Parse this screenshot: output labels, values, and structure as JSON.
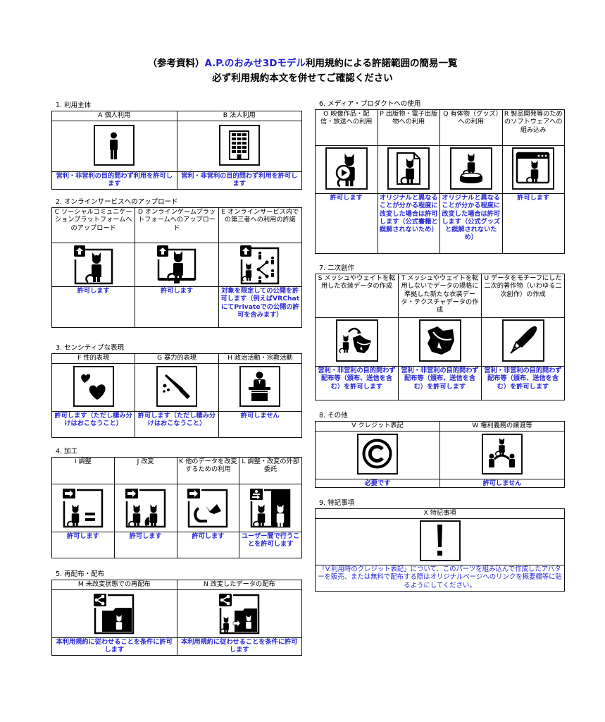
{
  "header": {
    "line1_prefix": "（参考資料）",
    "line1_brand": "A.P.のおみせ3Dモデル",
    "line1_suffix": "利用規約による許諾範囲の簡易一覧",
    "line2": "必ず利用規約本文を併せてご確認ください",
    "brand_color": "#2323d8"
  },
  "sections": {
    "s1": {
      "title": "1. 利用主体",
      "items": [
        {
          "id": "A",
          "label": "A 個人利用",
          "icon": "person-icon",
          "text": "営利・非営利の目的問わず利用を許可します"
        },
        {
          "id": "B",
          "label": "B 法人利用",
          "icon": "building-icon",
          "text": "営利・非営利の目的問わず利用を許可します"
        }
      ]
    },
    "s2": {
      "title": "2. オンラインサービスへのアップロード",
      "items": [
        {
          "id": "C",
          "label": "C ソーシャルコミュニケーションプラットフォームへのアップロード",
          "icon": "upload-avatar-icon",
          "text": "許可します"
        },
        {
          "id": "D",
          "label": "D オンラインゲームプラットフォームへのアップロード",
          "icon": "upload-monitor-icon",
          "text": "許可します"
        },
        {
          "id": "E",
          "label": "E オンラインサービス内での第三者への利用の許諾",
          "icon": "upload-share-icon",
          "text": "対象を限定しての公開を許可します（例えばVRChatにてPrivateでの公開の許可を含みます）"
        }
      ]
    },
    "s3": {
      "title": "3. センシティブな表現",
      "items": [
        {
          "id": "F",
          "label": "F 性的表現",
          "icon": "hearts-icon",
          "text": "許可します（ただし棲み分けはおこなうこと）"
        },
        {
          "id": "G",
          "label": "G 暴力的表現",
          "icon": "knife-icon",
          "text": "許可します（ただし棲み分けはおこなうこと）"
        },
        {
          "id": "H",
          "label": "H 政治活動・宗教活動",
          "icon": "podium-icon",
          "text": "許可しません"
        }
      ]
    },
    "s4": {
      "title": "4. 加工",
      "items": [
        {
          "id": "I",
          "label": "I 調整",
          "icon": "adjust-icon",
          "text": "許可します"
        },
        {
          "id": "J",
          "label": "J 改変",
          "icon": "modify-icon",
          "text": "許可します"
        },
        {
          "id": "K",
          "label": "K 他のデータを改変するための利用",
          "icon": "parts-reuse-icon",
          "text": "許可します"
        },
        {
          "id": "L",
          "label": "L 調整・改変の外部委託",
          "icon": "outsource-icon",
          "text": "ユーザー間で行うことを許可します"
        }
      ]
    },
    "s5": {
      "title": "5. 再配布・配布",
      "items": [
        {
          "id": "M",
          "label": "M 未改変状態での再配布",
          "icon": "share-folder-icon",
          "text": "本利用規約に従わせることを条件に許可します"
        },
        {
          "id": "N",
          "label": "N 改変したデータの配布",
          "icon": "share-modified-icon",
          "text": "本利用規約に従わせることを条件に許可します"
        }
      ]
    },
    "s6": {
      "title": "6. メディア・プロダクトへの使用",
      "items": [
        {
          "id": "O",
          "label": "O 映像作品・配信・放送への利用",
          "icon": "video-play-icon",
          "text": "許可します"
        },
        {
          "id": "P",
          "label": "P 出版物・電子出版物への利用",
          "icon": "document-icon",
          "text": "オリジナルと異なることが分かる程度に改変した場合は許可します（公式書籍と誤解されないため）"
        },
        {
          "id": "Q",
          "label": "Q 有体物（グッズ）への利用",
          "icon": "figure-icon",
          "text": "オリジナルと異なることが分かる程度に改変した場合は許可します（公式グッズと誤解されないため）"
        },
        {
          "id": "R",
          "label": "R 製品開発等のためのソフトウェアへの組み込み",
          "icon": "app-window-icon",
          "text": "許可します"
        }
      ]
    },
    "s7": {
      "title": "7. 二次創作",
      "items": [
        {
          "id": "S",
          "label": "S メッシュやウェイトを転用した衣装データの作成",
          "icon": "outfit-transfer-icon",
          "text": "営利・非営利の目的問わず配布等（頒布、送信を含む）を許可します"
        },
        {
          "id": "T",
          "label": "T メッシュやウェイトを転用しないでデータの規格に準拠した新たな衣装データ・テクスチャデータの作成",
          "icon": "outfit-icon",
          "text": "営利・非営利の目的問わず配布等（頒布、送信を含む）を許可します"
        },
        {
          "id": "U",
          "label": "U データをモチーフにした二次的著作物（いわゆる二次創作）の作成",
          "icon": "pen-nib-icon",
          "text": "営利・非営利の目的問わず配布等（頒布、送信を含む）を許可します"
        }
      ]
    },
    "s8": {
      "title": "8. その他",
      "items": [
        {
          "id": "V",
          "label": "V クレジット表記",
          "icon": "copyright-icon",
          "text": "必要です"
        },
        {
          "id": "W",
          "label": "W 権利義務の譲渡等",
          "icon": "transfer-rights-icon",
          "text": "許可しません"
        }
      ]
    },
    "s9": {
      "title": "9. 特記事項",
      "items": [
        {
          "id": "X",
          "label": "X 特記事項",
          "icon": "exclamation-icon",
          "text": "「V.利用時のクレジット表記」について、このパーツを組み込んで作成したアバターを販売、または無料で配布する際はオリジナルページへのリンクを概要欄等に貼るようにしてください。"
        }
      ]
    }
  }
}
